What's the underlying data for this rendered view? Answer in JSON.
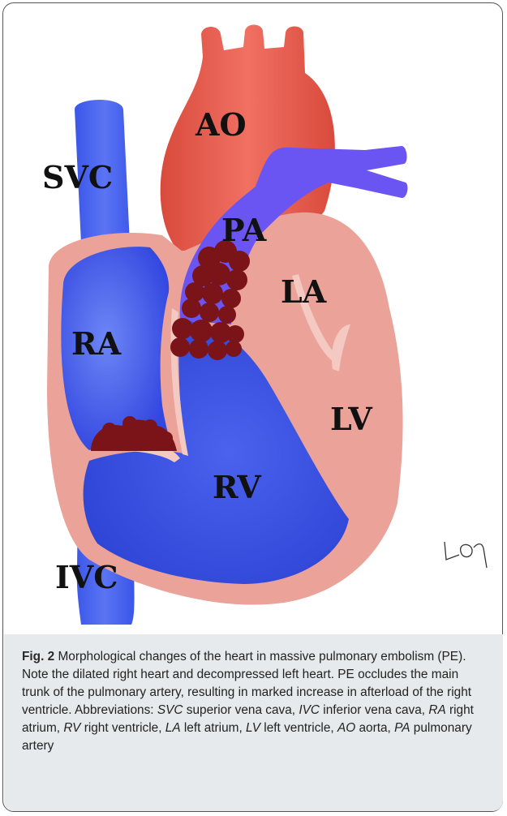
{
  "figure": {
    "labels": {
      "ao": "AO",
      "svc": "SVC",
      "pa": "PA",
      "la": "LA",
      "ra": "RA",
      "lv": "LV",
      "rv": "RV",
      "ivc": "IVC"
    },
    "colors": {
      "aorta": "#e8584a",
      "vena_cava": "#3f5ff0",
      "pulmonary_artery": "#6b55f0",
      "right_chamber": "#3a52e8",
      "left_chamber": "#d85848",
      "myocardium": "#e9a29a",
      "thrombus": "#7a1418"
    }
  },
  "caption": {
    "label": "Fig. 2",
    "text_1": " Morphological changes of the heart in massive pulmonary embolism (PE). Note the dilated right heart and decompressed left heart. PE occludes the main trunk of the pulmonary artery, resulting in marked increase in afterload of the right ventricle. Abbreviations: ",
    "abbreviations": [
      {
        "abbr": "SVC",
        "def": " superior vena cava, "
      },
      {
        "abbr": "IVC",
        "def": " inferior vena cava, "
      },
      {
        "abbr": "RA",
        "def": " right atrium, "
      },
      {
        "abbr": "RV",
        "def": " right ventricle, "
      },
      {
        "abbr": "LA",
        "def": " left atrium, "
      },
      {
        "abbr": "LV",
        "def": " left ventricle, "
      },
      {
        "abbr": "AO",
        "def": " aorta, "
      },
      {
        "abbr": "PA",
        "def": " pulmonary artery"
      }
    ]
  }
}
